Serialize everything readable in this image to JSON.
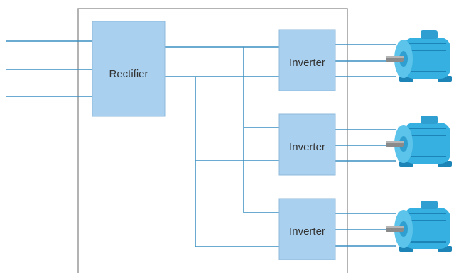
{
  "diagram": {
    "rectifier": {
      "label": "Rectifier"
    },
    "inverters": [
      {
        "label": "Inverter"
      },
      {
        "label": "Inverter"
      },
      {
        "label": "Inverter"
      }
    ],
    "motors": [
      {
        "icon": "electric-motor-icon"
      },
      {
        "icon": "electric-motor-icon"
      },
      {
        "icon": "electric-motor-icon"
      }
    ],
    "colors": {
      "block_fill": "#a9d0ef",
      "block_stroke": "#8fb8d8",
      "wire": "#3a8fc2",
      "cabinet": "#9a9a9a",
      "motor": "#35b0e0",
      "motor_dark": "#1c84b6",
      "shaft": "#8a8a8a"
    }
  }
}
